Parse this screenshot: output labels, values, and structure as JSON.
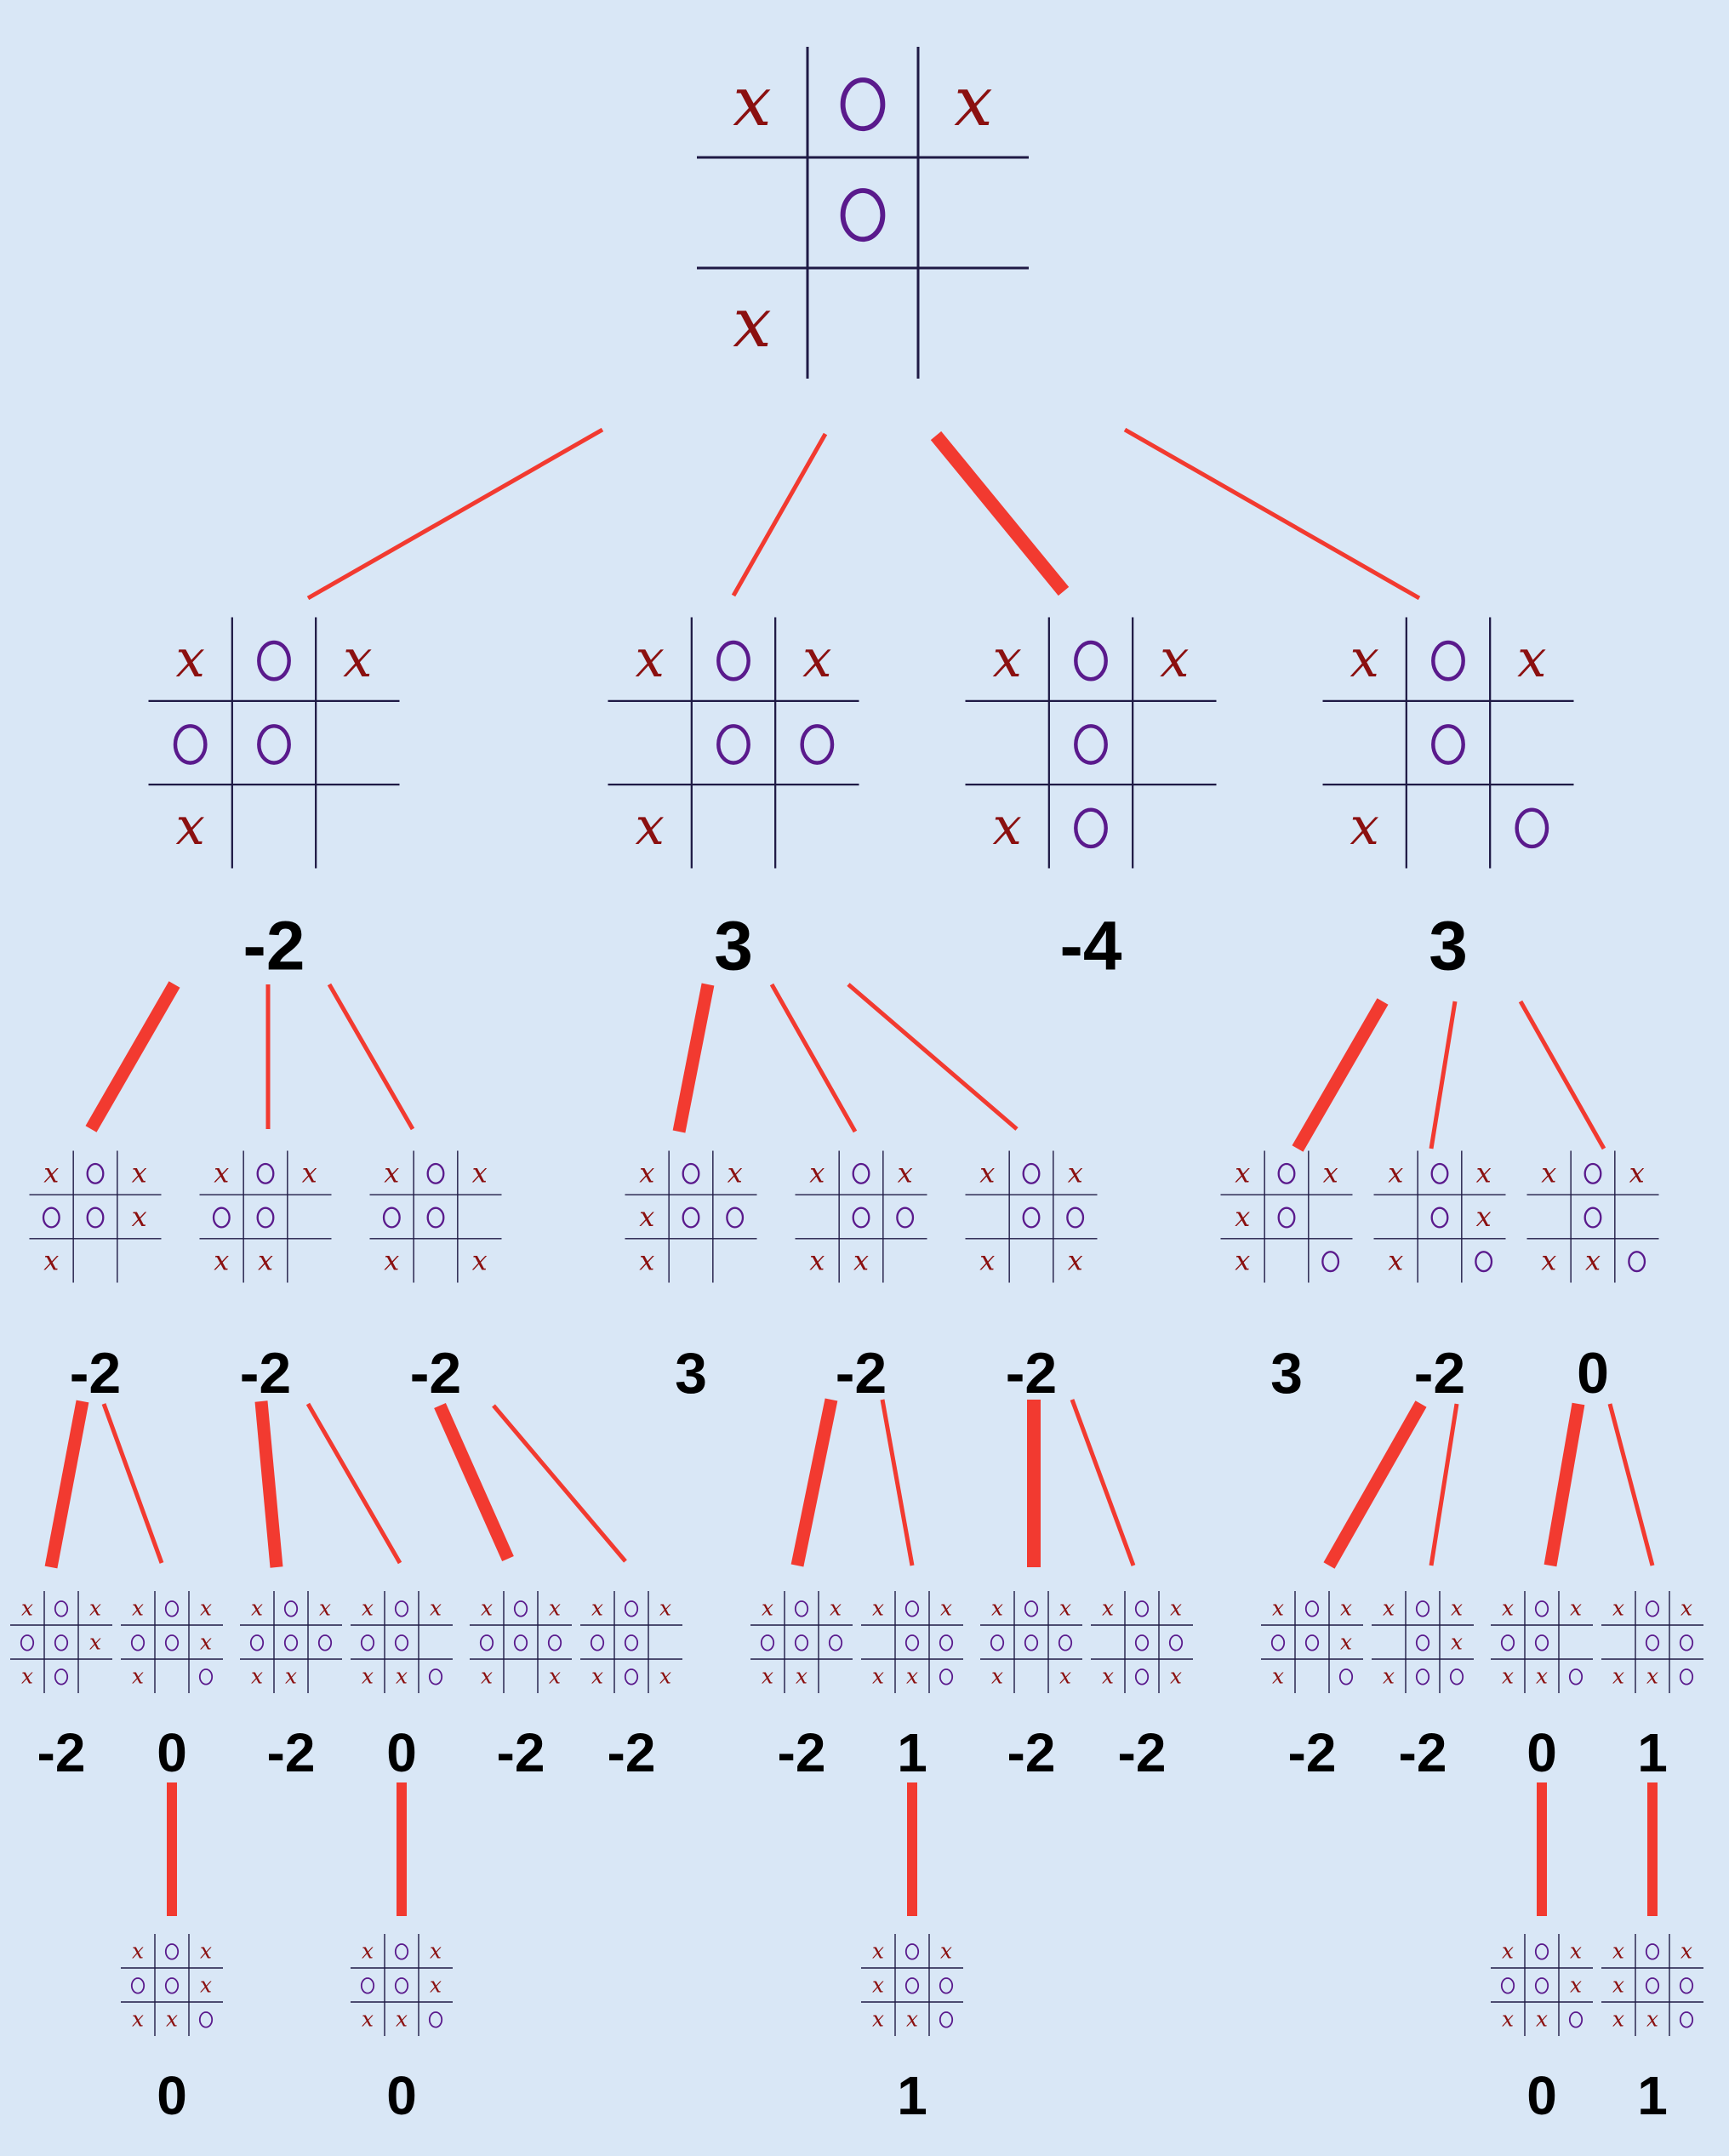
{
  "colors": {
    "background": "#d9e7f6",
    "grid": "#1f1a45",
    "x_mark": "#8b1010",
    "o_mark": "#5a1a8c",
    "edge": "#f23a30",
    "score": "#000000"
  },
  "tree": {
    "nodes": [
      {
        "id": "root",
        "board": [
          "X",
          "O",
          "X",
          "",
          "O",
          "",
          "X",
          "",
          ""
        ],
        "score": ""
      },
      {
        "id": "L1a",
        "parent": "root",
        "best": false,
        "board": [
          "X",
          "O",
          "X",
          "O",
          "O",
          "",
          "X",
          "",
          ""
        ],
        "score": "-2"
      },
      {
        "id": "L1b",
        "parent": "root",
        "best": false,
        "board": [
          "X",
          "O",
          "X",
          "",
          "O",
          "O",
          "X",
          "",
          ""
        ],
        "score": "3"
      },
      {
        "id": "L1c",
        "parent": "root",
        "best": true,
        "board": [
          "X",
          "O",
          "X",
          "",
          "O",
          "",
          "X",
          "O",
          ""
        ],
        "score": "-4"
      },
      {
        "id": "L1d",
        "parent": "root",
        "best": false,
        "board": [
          "X",
          "O",
          "X",
          "",
          "O",
          "",
          "X",
          "",
          "O"
        ],
        "score": "3"
      },
      {
        "id": "L2a1",
        "parent": "L1a",
        "best": true,
        "board": [
          "X",
          "O",
          "X",
          "O",
          "O",
          "X",
          "X",
          "",
          ""
        ],
        "score": "-2"
      },
      {
        "id": "L2a2",
        "parent": "L1a",
        "best": false,
        "board": [
          "X",
          "O",
          "X",
          "O",
          "O",
          "",
          "X",
          "X",
          ""
        ],
        "score": "-2"
      },
      {
        "id": "L2a3",
        "parent": "L1a",
        "best": false,
        "board": [
          "X",
          "O",
          "X",
          "O",
          "O",
          "",
          "X",
          "",
          "X"
        ],
        "score": "-2"
      },
      {
        "id": "L2b1",
        "parent": "L1b",
        "best": true,
        "board": [
          "X",
          "O",
          "X",
          "X",
          "O",
          "O",
          "X",
          "",
          ""
        ],
        "score": "3"
      },
      {
        "id": "L2b2",
        "parent": "L1b",
        "best": false,
        "board": [
          "X",
          "O",
          "X",
          "",
          "O",
          "O",
          "X",
          "X",
          ""
        ],
        "score": "-2"
      },
      {
        "id": "L2b3",
        "parent": "L1b",
        "best": false,
        "board": [
          "X",
          "O",
          "X",
          "",
          "O",
          "O",
          "X",
          "",
          "X"
        ],
        "score": "-2"
      },
      {
        "id": "L2d1",
        "parent": "L1d",
        "best": true,
        "board": [
          "X",
          "O",
          "X",
          "X",
          "O",
          "",
          "X",
          "",
          "O"
        ],
        "score": "3"
      },
      {
        "id": "L2d2",
        "parent": "L1d",
        "best": false,
        "board": [
          "X",
          "O",
          "X",
          "",
          "O",
          "X",
          "X",
          "",
          "O"
        ],
        "score": "-2"
      },
      {
        "id": "L2d3",
        "parent": "L1d",
        "best": false,
        "board": [
          "X",
          "O",
          "X",
          "",
          "O",
          "",
          "X",
          "X",
          "O"
        ],
        "score": "0"
      },
      {
        "id": "L3a",
        "parent": "L2a1",
        "best": true,
        "board": [
          "X",
          "O",
          "X",
          "O",
          "O",
          "X",
          "X",
          "O",
          ""
        ],
        "score": "-2"
      },
      {
        "id": "L3b",
        "parent": "L2a1",
        "best": false,
        "board": [
          "X",
          "O",
          "X",
          "O",
          "O",
          "X",
          "X",
          "",
          "O"
        ],
        "score": "0"
      },
      {
        "id": "L3c",
        "parent": "L2a2",
        "best": true,
        "board": [
          "X",
          "O",
          "X",
          "O",
          "O",
          "O",
          "X",
          "X",
          ""
        ],
        "score": "-2"
      },
      {
        "id": "L3d",
        "parent": "L2a2",
        "best": false,
        "board": [
          "X",
          "O",
          "X",
          "O",
          "O",
          "",
          "X",
          "X",
          "O"
        ],
        "score": "0"
      },
      {
        "id": "L3e",
        "parent": "L2a3",
        "best": true,
        "board": [
          "X",
          "O",
          "X",
          "O",
          "O",
          "O",
          "X",
          "",
          "X"
        ],
        "score": "-2"
      },
      {
        "id": "L3f",
        "parent": "L2a3",
        "best": false,
        "board": [
          "X",
          "O",
          "X",
          "O",
          "O",
          "",
          "X",
          "O",
          "X"
        ],
        "score": "-2"
      },
      {
        "id": "L3g",
        "parent": "L2b2",
        "best": true,
        "board": [
          "X",
          "O",
          "X",
          "O",
          "O",
          "O",
          "X",
          "X",
          ""
        ],
        "score": "-2"
      },
      {
        "id": "L3h",
        "parent": "L2b2",
        "best": false,
        "board": [
          "X",
          "O",
          "X",
          "",
          "O",
          "O",
          "X",
          "X",
          "O"
        ],
        "score": "1"
      },
      {
        "id": "L3i",
        "parent": "L2b3",
        "best": true,
        "board": [
          "X",
          "O",
          "X",
          "O",
          "O",
          "O",
          "X",
          "",
          "X"
        ],
        "score": "-2"
      },
      {
        "id": "L3j",
        "parent": "L2b3",
        "best": false,
        "board": [
          "X",
          "O",
          "X",
          "",
          "O",
          "O",
          "X",
          "O",
          "X"
        ],
        "score": "-2"
      },
      {
        "id": "L3k",
        "parent": "L2d2",
        "best": true,
        "board": [
          "X",
          "O",
          "X",
          "O",
          "O",
          "X",
          "X",
          "",
          "O"
        ],
        "score": "-2"
      },
      {
        "id": "L3l",
        "parent": "L2d2",
        "best": false,
        "board": [
          "X",
          "O",
          "X",
          "",
          "O",
          "X",
          "X",
          "O",
          "O"
        ],
        "score": "-2"
      },
      {
        "id": "L3m",
        "parent": "L2d3",
        "best": true,
        "board": [
          "X",
          "O",
          "X",
          "O",
          "O",
          "",
          "X",
          "X",
          "O"
        ],
        "score": "0"
      },
      {
        "id": "L3n",
        "parent": "L2d3",
        "best": false,
        "board": [
          "X",
          "O",
          "X",
          "",
          "O",
          "O",
          "X",
          "X",
          "O"
        ],
        "score": "1"
      },
      {
        "id": "L4a",
        "parent": "L3b",
        "best": true,
        "board": [
          "X",
          "O",
          "X",
          "O",
          "O",
          "X",
          "X",
          "X",
          "O"
        ],
        "score": "0"
      },
      {
        "id": "L4b",
        "parent": "L3d",
        "best": true,
        "board": [
          "X",
          "O",
          "X",
          "O",
          "O",
          "X",
          "X",
          "X",
          "O"
        ],
        "score": "0"
      },
      {
        "id": "L4c",
        "parent": "L3h",
        "best": true,
        "board": [
          "X",
          "O",
          "X",
          "X",
          "O",
          "O",
          "X",
          "X",
          "O"
        ],
        "score": "1"
      },
      {
        "id": "L4d",
        "parent": "L3m",
        "best": true,
        "board": [
          "X",
          "O",
          "X",
          "O",
          "O",
          "X",
          "X",
          "X",
          "O"
        ],
        "score": "0"
      },
      {
        "id": "L4e",
        "parent": "L3n",
        "best": true,
        "board": [
          "X",
          "O",
          "X",
          "X",
          "O",
          "O",
          "X",
          "X",
          "O"
        ],
        "score": "1"
      }
    ]
  }
}
